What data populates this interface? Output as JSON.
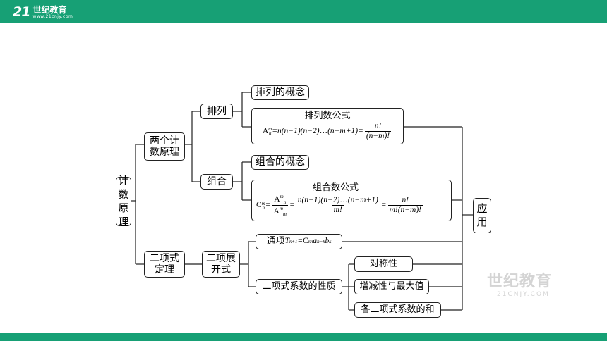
{
  "header": {
    "logo_mark": "21",
    "logo_text": "世纪教育",
    "logo_sub": "www.21cnjy.com"
  },
  "watermark": {
    "text": "世纪教育",
    "sub": "21CNJY.COM"
  },
  "diagram": {
    "root": [
      "计",
      "数",
      "原",
      "理"
    ],
    "principles": [
      "两个计",
      "数原理"
    ],
    "permutation": "排列",
    "perm_concept": "排列的概念",
    "perm_formula_title": "排列数公式",
    "combination": "组合",
    "comb_concept": "组合的概念",
    "comb_formula_title": "组合数公式",
    "binomial": [
      "二项式",
      "定理"
    ],
    "expansion": [
      "二项展",
      "开式"
    ],
    "general_term": "通项",
    "coeff_property": "二项式系数的性质",
    "symmetry": "对称性",
    "monotonic": "增减性与最大值",
    "sum": "各二项式系数的和",
    "application": [
      "应",
      "用"
    ]
  }
}
